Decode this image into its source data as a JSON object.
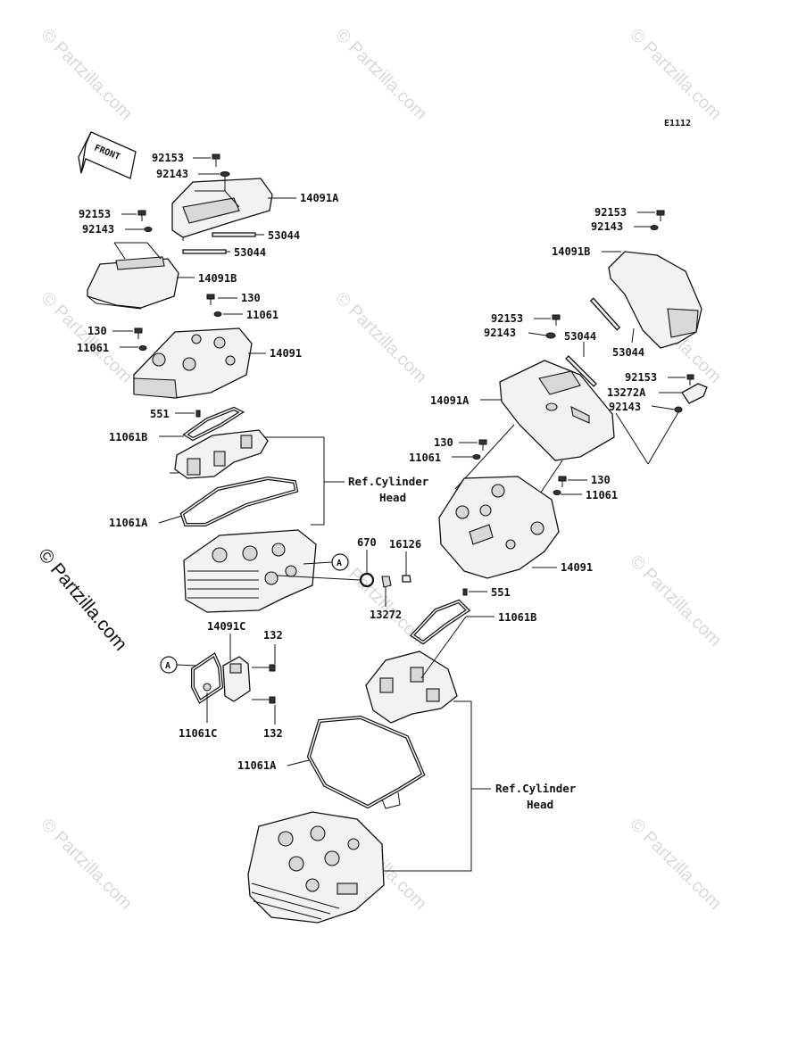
{
  "diagram_code": "E1112",
  "front_label": "FRONT",
  "brand_side": "© Partzilla.com",
  "watermark": "© Partzilla.com",
  "labels": {
    "l1": "92153",
    "l2": "92143",
    "l3": "14091A",
    "l4": "92153",
    "l5": "92143",
    "l6": "53044",
    "l7": "53044",
    "l8": "14091B",
    "l9": "130",
    "l10": "11061",
    "l11": "130",
    "l12": "11061",
    "l13": "14091",
    "l14": "551",
    "l15": "11061B",
    "l16": "11061A",
    "l17": "670",
    "l18": "16126",
    "l19": "13272",
    "l20": "14091C",
    "l21": "132",
    "l22": "132",
    "l23": "11061C",
    "l24": "92153",
    "l25": "92143",
    "l26": "14091B",
    "l27": "92153",
    "l28": "92143",
    "l29": "53044",
    "l30": "53044",
    "l31": "92153",
    "l32": "13272A",
    "l33": "92143",
    "l34": "14091A",
    "l35": "130",
    "l36": "11061",
    "l37": "130",
    "l38": "11061",
    "l39": "14091",
    "l40": "551",
    "l41": "11061B",
    "l42": "11061A"
  },
  "callout": "A",
  "ref_top": {
    "line1": "Ref.Cylinder",
    "line2": "Head"
  },
  "ref_bottom": {
    "line1": "Ref.Cylinder",
    "line2": "Head"
  }
}
